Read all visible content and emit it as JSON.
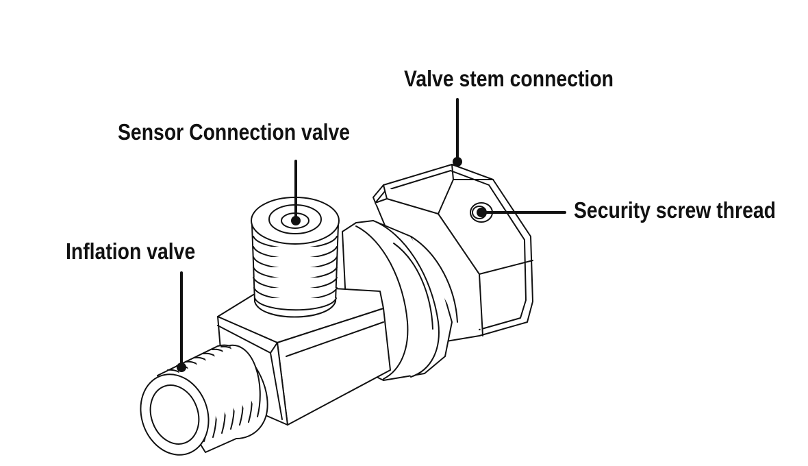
{
  "labels": {
    "valve_stem_connection": "Valve stem connection",
    "sensor_connection_valve": "Sensor Connection valve",
    "inflation_valve": "Inflation valve",
    "security_screw_thread": "Security screw thread"
  },
  "colors": {
    "line": "#111111",
    "background": "#ffffff"
  }
}
